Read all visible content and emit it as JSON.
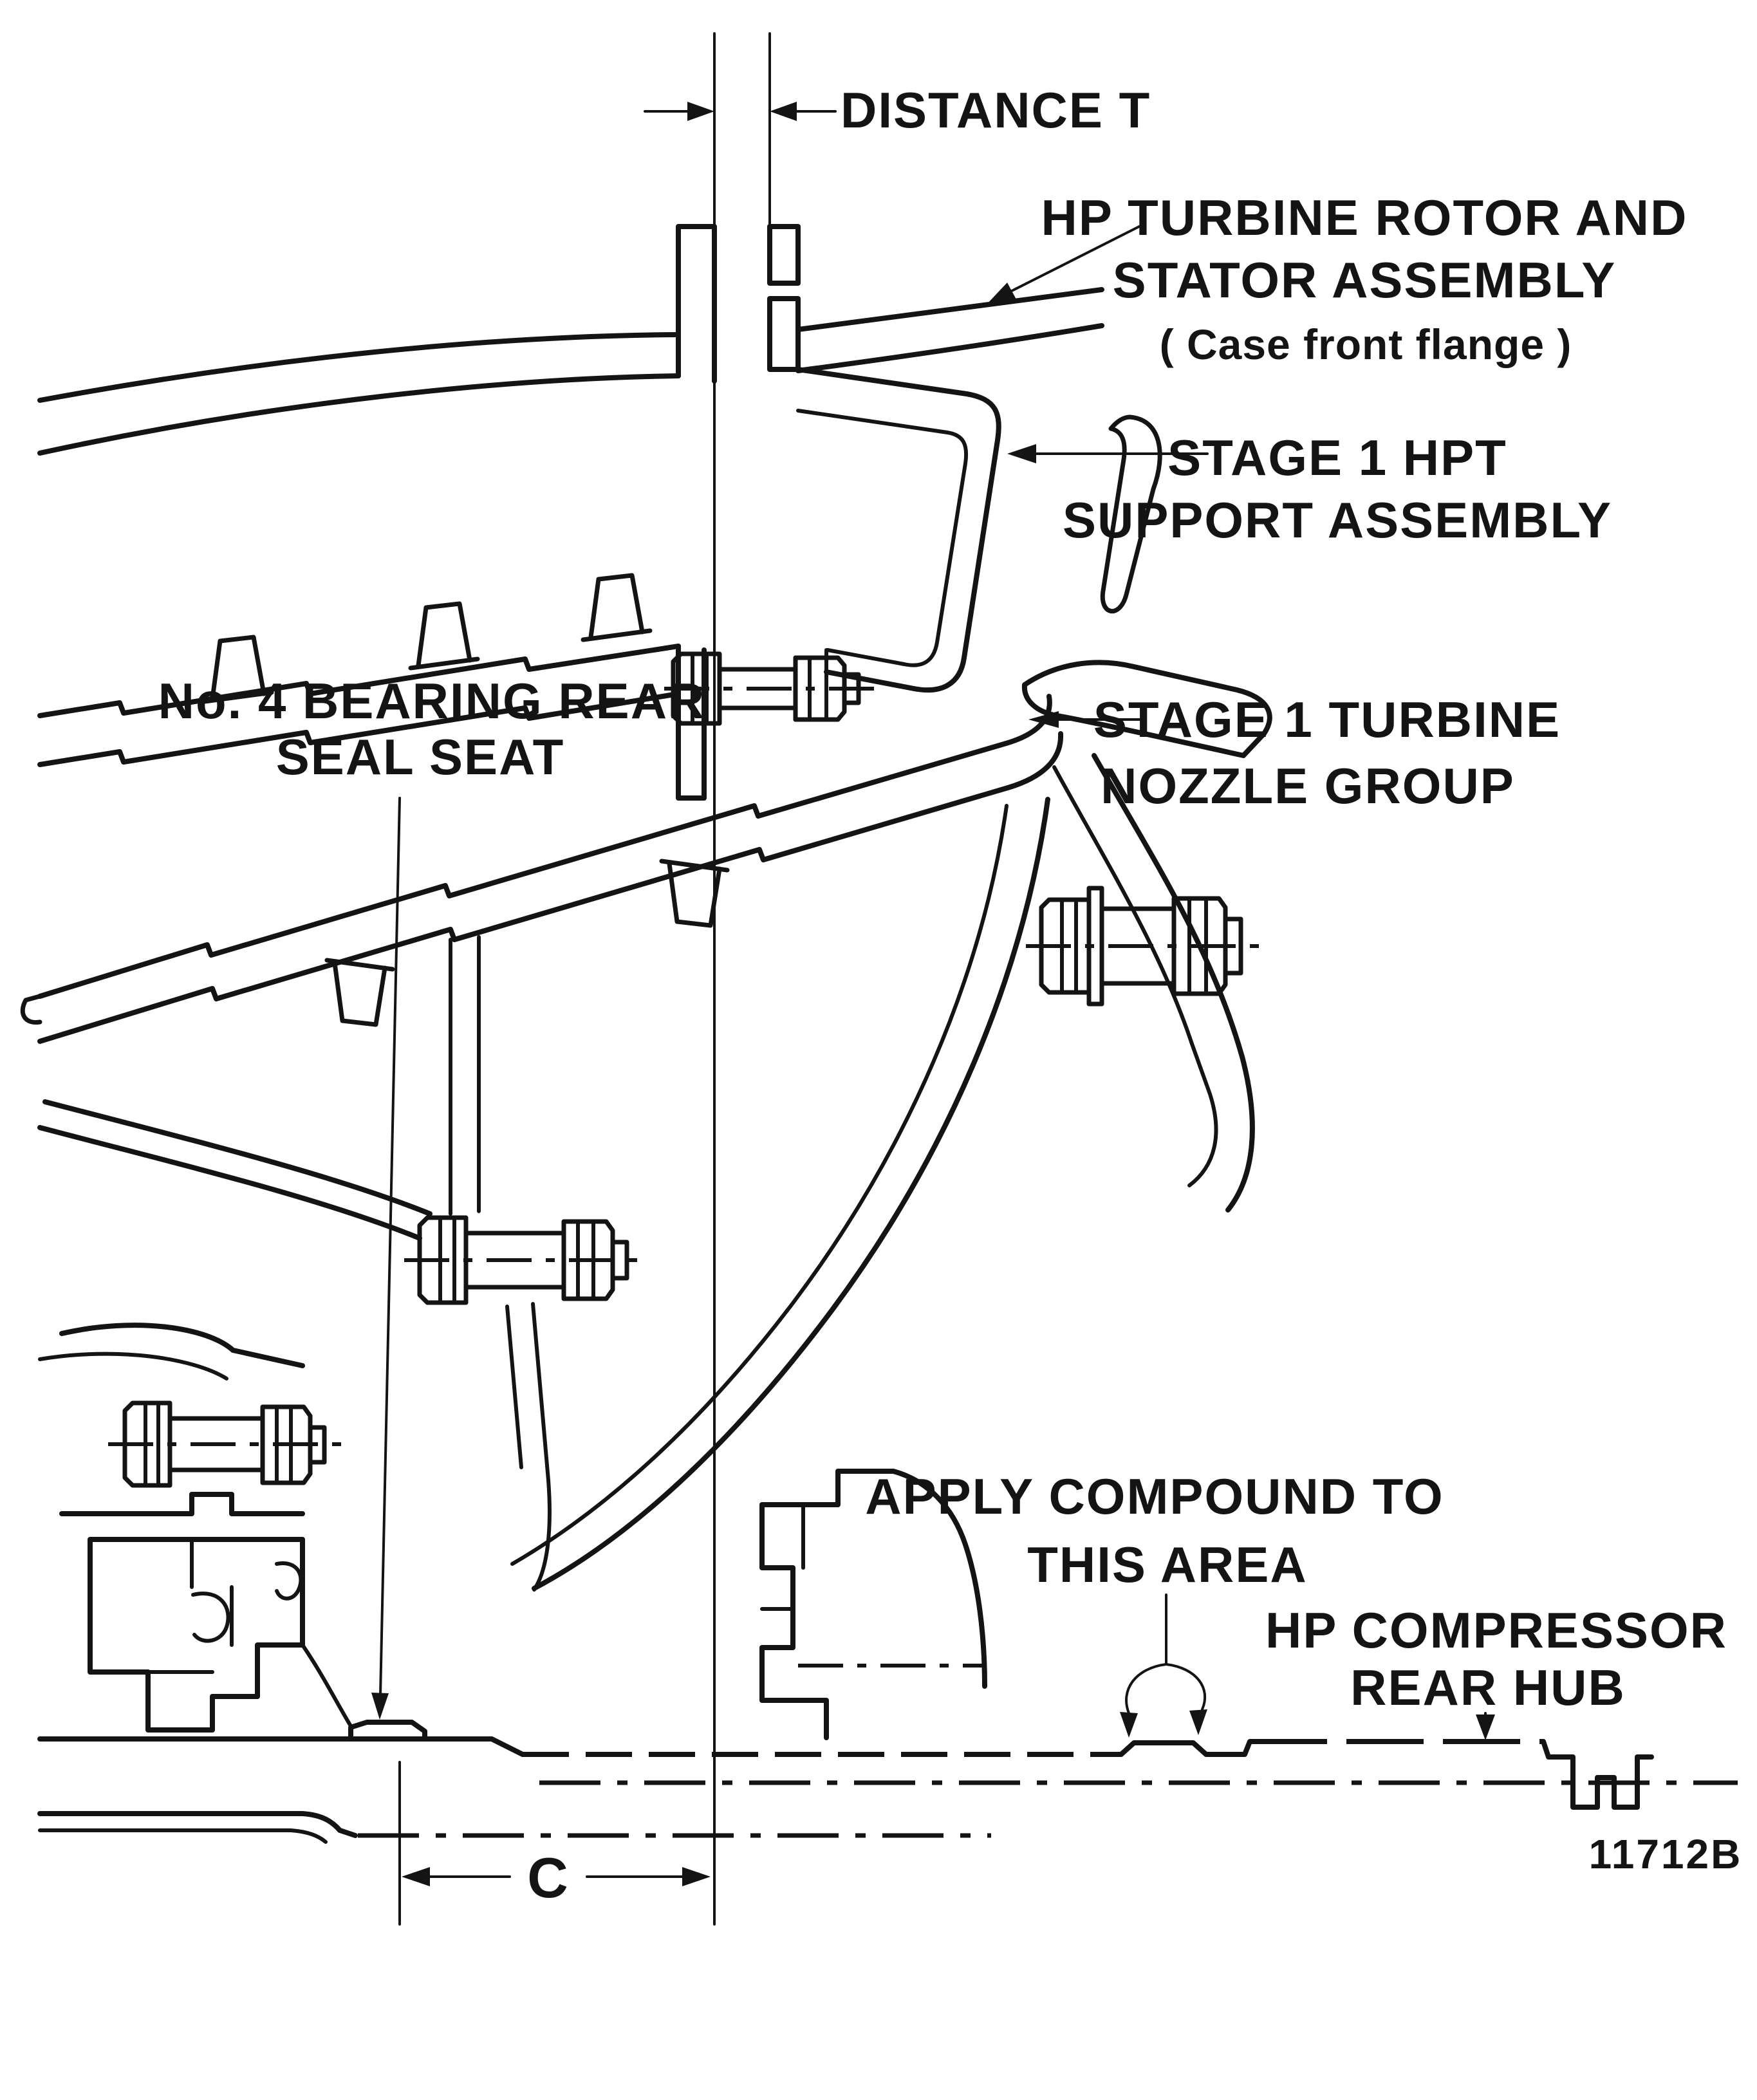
{
  "figure": {
    "number": "11712B"
  },
  "style": {
    "background": "#ffffff",
    "ink": "#141414"
  },
  "dimensions": {
    "t": {
      "label": "DISTANCE T"
    },
    "c": {
      "label": "C"
    }
  },
  "callouts": {
    "hp_turbine": {
      "line1": "HP TURBINE ROTOR AND",
      "line2": "STATOR ASSEMBLY",
      "line3": "( Case front flange )"
    },
    "stage1_hpt": {
      "line1": "STAGE 1 HPT",
      "line2": "SUPPORT ASSEMBLY"
    },
    "no4_bearing": {
      "line1": "No. 4 BEARING REAR",
      "line2": "SEAL SEAT"
    },
    "stage1_nozzle": {
      "line1": "STAGE 1 TURBINE",
      "line2": "NOZZLE GROUP"
    },
    "apply_compound": {
      "line1": "APPLY COMPOUND TO",
      "line2": "THIS AREA"
    },
    "hp_compressor": {
      "line1": "HP COMPRESSOR",
      "line2": "REAR HUB"
    }
  }
}
